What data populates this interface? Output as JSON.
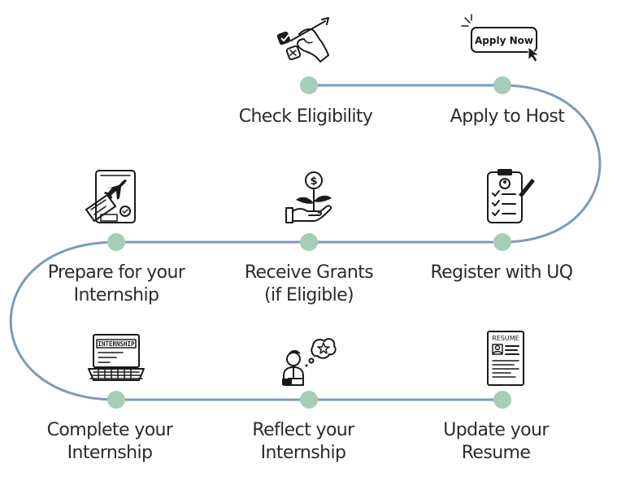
{
  "colors": {
    "path": "#7f9ab8",
    "node": "#a6cdb7",
    "text": "#2b2b2b",
    "icon": "#1a1a1a"
  },
  "steps": [
    {
      "lines": [
        "Check Eligibility"
      ],
      "icon": "hand-writing-checklist-icon"
    },
    {
      "lines": [
        "Apply to Host"
      ],
      "icon": "apply-now-button-icon",
      "icon_text": "Apply Now"
    },
    {
      "lines": [
        "Register with UQ"
      ],
      "icon": "clipboard-checklist-icon"
    },
    {
      "lines": [
        "Receive Grants",
        "(if Eligible)"
      ],
      "icon": "hand-money-plant-icon"
    },
    {
      "lines": [
        "Prepare for your",
        "Internship"
      ],
      "icon": "boarding-pass-plane-icon"
    },
    {
      "lines": [
        "Complete your",
        "Internship"
      ],
      "icon": "laptop-internship-icon",
      "icon_text": "INTERNSHIP"
    },
    {
      "lines": [
        "Reflect your",
        "Internship"
      ],
      "icon": "person-thinking-star-icon"
    },
    {
      "lines": [
        "Update your",
        "Resume"
      ],
      "icon": "resume-document-icon",
      "icon_text": "RESUME"
    }
  ]
}
